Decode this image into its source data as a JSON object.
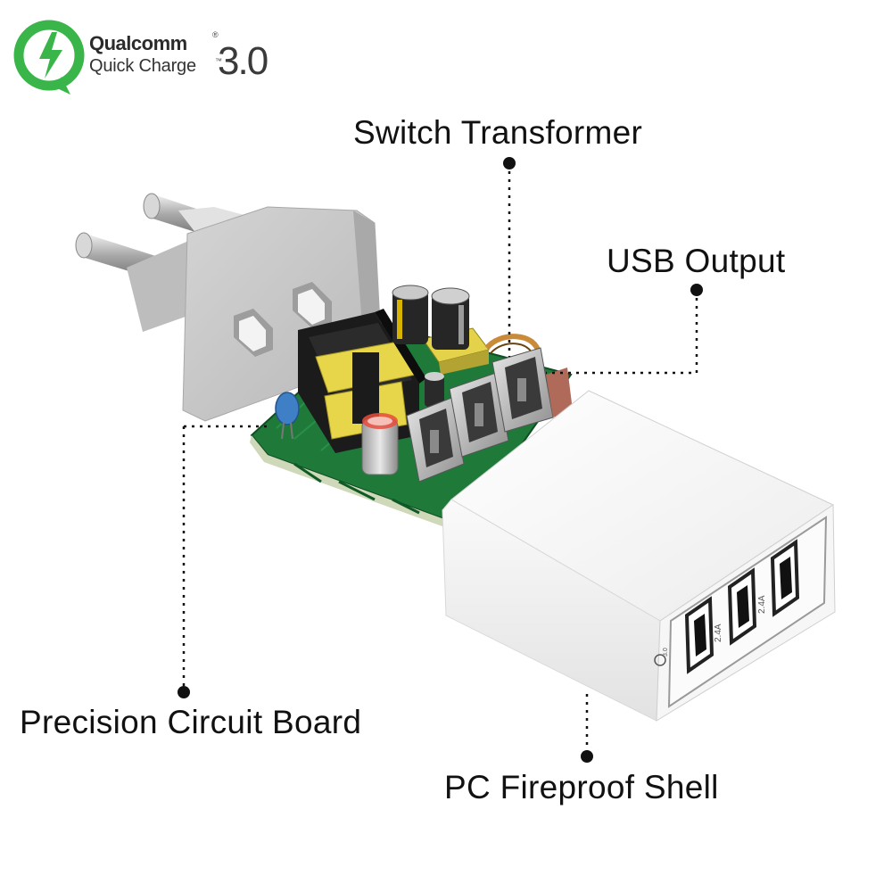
{
  "logo": {
    "brand": "Qualcomm",
    "product": "Quick Charge",
    "version": "3.0",
    "brand_color": "#3ab54a"
  },
  "callouts": {
    "switch_transformer": "Switch Transformer",
    "usb_output": "USB Output",
    "precision_circuit_board": "Precision Circuit Board",
    "pc_fireproof_shell": "PC Fireproof Shell"
  },
  "device": {
    "port_rating_1": "2.4A",
    "port_rating_2": "2.4A",
    "qc_mark": "3.0",
    "shell_color": "#f4f4f4",
    "plug_color": "#c9c9c9",
    "pcb_color": "#1f7a3a",
    "transformer_color": "#e8d64a"
  }
}
